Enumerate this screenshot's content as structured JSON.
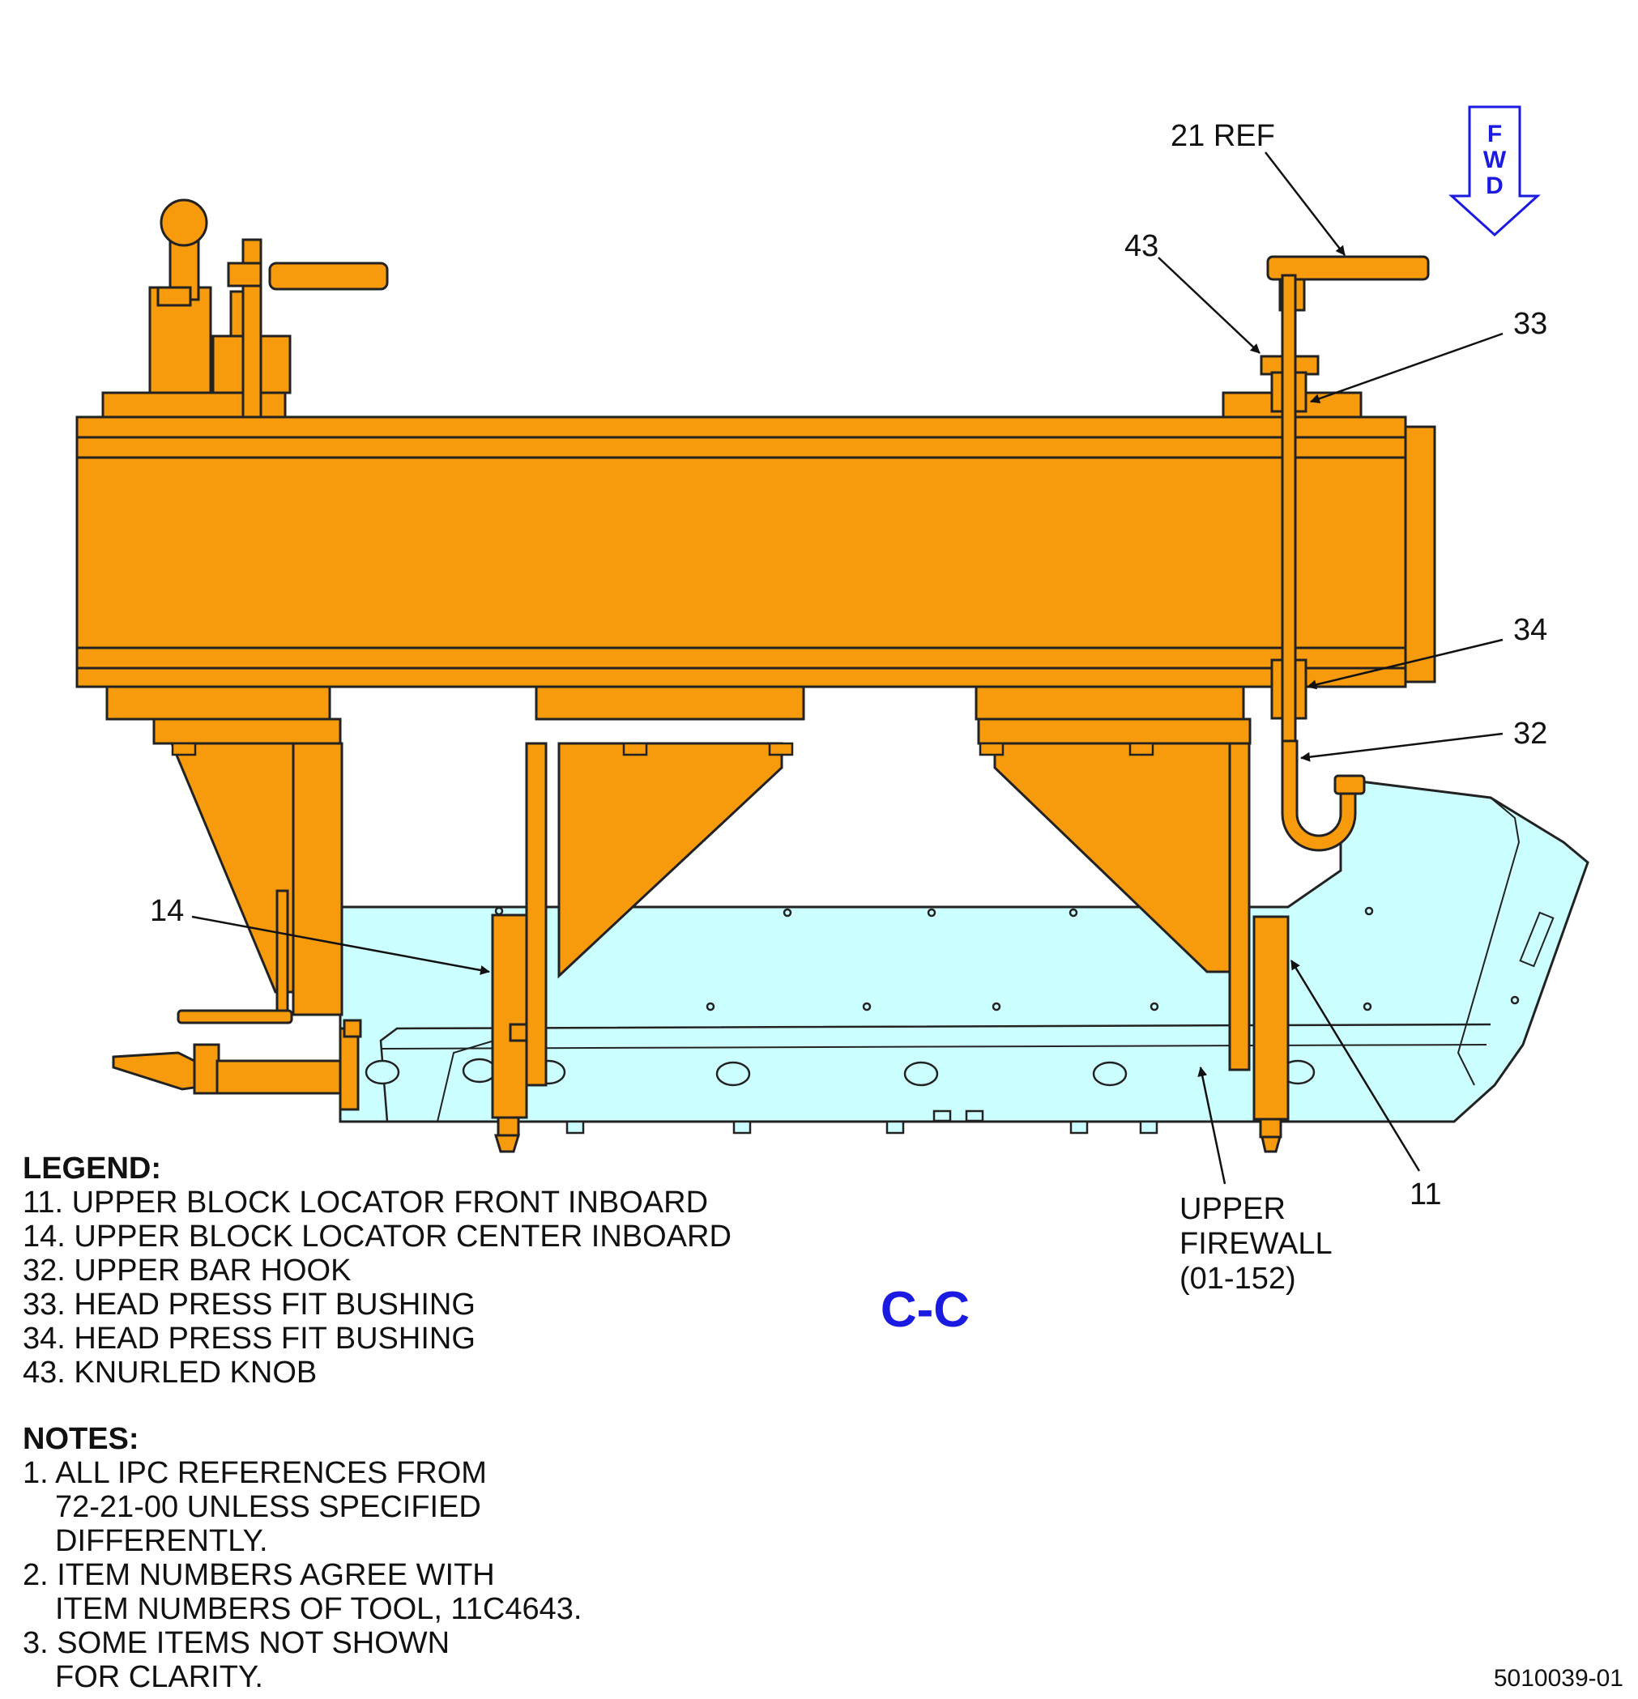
{
  "callouts": {
    "ref21": "21 REF",
    "item43": "43",
    "item33": "33",
    "item34": "34",
    "item32": "32",
    "item14": "14",
    "item11": "11",
    "firewall_line1": "UPPER",
    "firewall_line2": "FIREWALL",
    "firewall_line3": "(01-152)"
  },
  "fwd": {
    "l1": "F",
    "l2": "W",
    "l3": "D"
  },
  "section_label": "C-C",
  "legend": {
    "title": "LEGEND:",
    "items": [
      "11. UPPER BLOCK LOCATOR FRONT INBOARD",
      "14. UPPER BLOCK LOCATOR CENTER INBOARD",
      "32. UPPER BAR HOOK",
      "33. HEAD PRESS FIT BUSHING",
      "34. HEAD PRESS FIT BUSHING",
      "43. KNURLED KNOB"
    ]
  },
  "notes": {
    "title": "NOTES:",
    "n1a": "1. ALL IPC REFERENCES FROM",
    "n1b": "72-21-00 UNLESS SPECIFIED",
    "n1c": "DIFFERENTLY.",
    "n2a": "2. ITEM NUMBERS AGREE WITH",
    "n2b": "ITEM NUMBERS OF TOOL, 11C4643.",
    "n3a": "3. SOME ITEMS NOT SHOWN",
    "n3b": "FOR CLARITY."
  },
  "drawing_number": "5010039-01",
  "colors": {
    "tool_orange": "#F79A0B",
    "firewall_cyan": "#CCFFFF",
    "label_blue": "#1A1AE0",
    "outline": "#222222"
  }
}
